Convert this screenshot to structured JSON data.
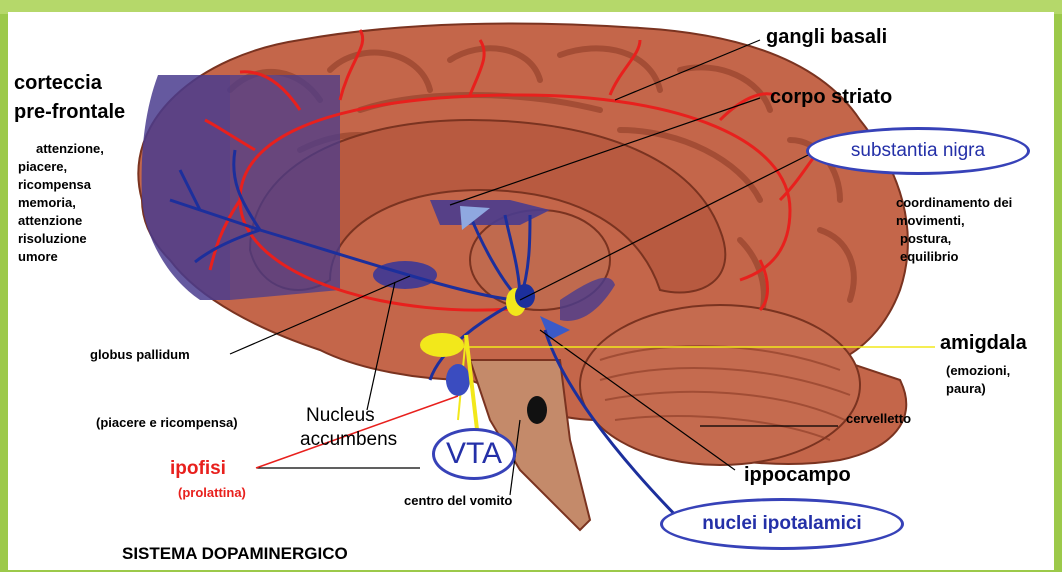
{
  "labels": {
    "prefrontal_title_1": "corteccia",
    "prefrontal_title_2": "pre-frontale",
    "prefrontal_functions": [
      "attenzione,",
      "piacere,",
      "ricompensa",
      "memoria,",
      "attenzione",
      "risoluzione",
      "umore"
    ],
    "gangli": "gangli basali",
    "corpo": "corpo striato",
    "substantia": "substantia nigra",
    "coordinamento": [
      "coordinamento dei",
      "movimenti,",
      "postura,",
      "equilibrio"
    ],
    "globus": "globus pallidum",
    "amigdala": "amigdala",
    "amigdala_sub": [
      "(emozioni,",
      "paura)"
    ],
    "piacere": "(piacere e ricompensa)",
    "nucleus_1": "Nucleus",
    "nucleus_2": "accumbens",
    "vta": "VTA",
    "cervelletto": "cervelletto",
    "ipofisi": "ipofisi",
    "prolattina": "(prolattina)",
    "ippocampo": "ippocampo",
    "vomito": "centro del vomito",
    "nuclei": "nuclei ipotalamici",
    "sistema": "SISTEMA DOPAMINERGICO"
  },
  "colors": {
    "frame_green": "#8fbf3a",
    "brain": "#c4664a",
    "brain_dark": "#8a3a24",
    "pathway_red": "#e8201d",
    "pathway_blue": "#1c2f9c",
    "prefrontal": "#4a3c8e",
    "yellow": "#f2e81b",
    "stem": "#c48a6a"
  }
}
